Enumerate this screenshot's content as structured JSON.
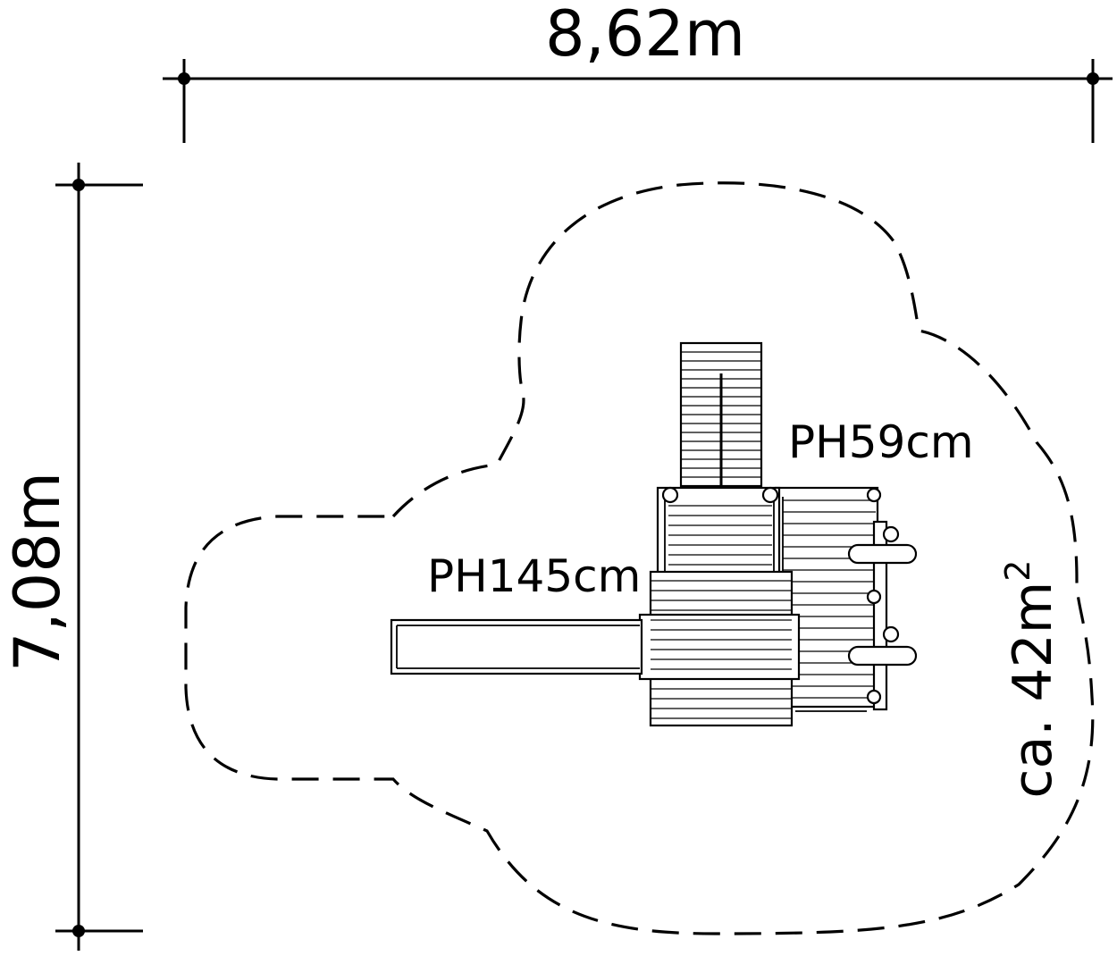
{
  "dimensions": {
    "width_label": "8,62m",
    "height_label": "7,08m"
  },
  "labels": {
    "platform_high": "PH145cm",
    "platform_low": "PH59cm",
    "area_prefix": "ca. 42m",
    "area_unit_sup": "2"
  },
  "colors": {
    "ink": "#000000",
    "background": "#ffffff"
  }
}
